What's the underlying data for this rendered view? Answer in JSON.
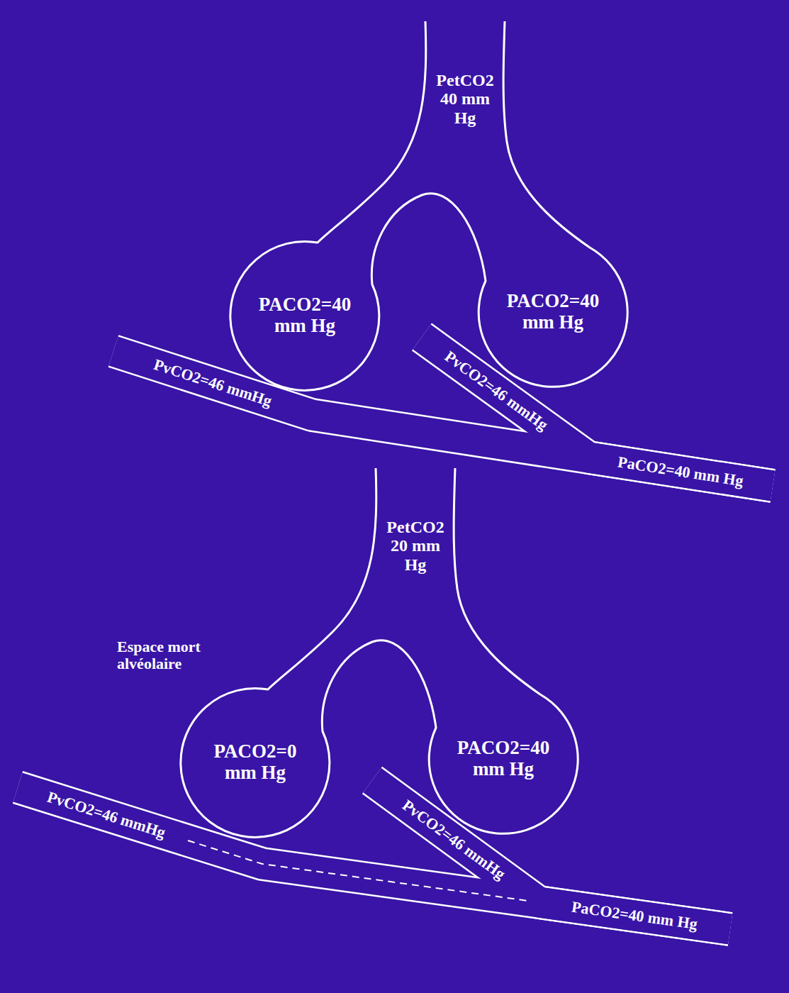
{
  "diagram": {
    "nodes": [
      {
        "text": [
          "PACO2=40 mm Hg"
        ]
      },
      {
        "text": [
          "PACO2=40 mm Hg"
        ]
      },
      {
        "text": [
          "PACO2=0 mm Hg"
        ]
      },
      {
        "text": [
          "PACO2=40 mm Hg"
        ]
      }
    ],
    "labels": [
      "PetCO2 40 mm Hg",
      "PvCO2=46 mmHg",
      "PvCO2=46 mmHg",
      "PaCO2=40 mm Hg",
      "PetCO2 20 mm Hg",
      "Espace mort alvéolaire",
      "PvCO2=46 mmHg",
      "PvCO2=46 mmHg",
      "PaCO2=40 mm Hg"
    ]
  }
}
